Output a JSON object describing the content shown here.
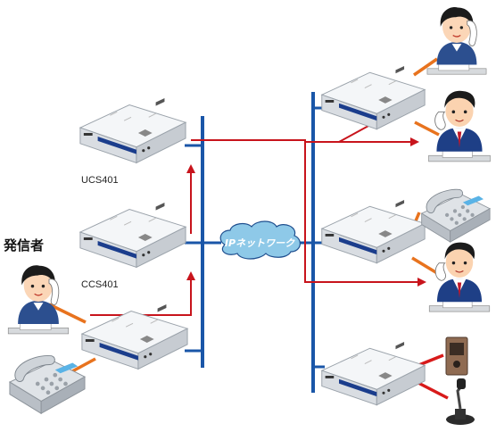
{
  "labels": {
    "server_top": "UCS401",
    "server_mid": "CCS401",
    "caller": "発信者",
    "network": "IPネットワーク"
  },
  "colors": {
    "network_line": "#1a56a8",
    "signal_arrow": "#c8141c",
    "phone_cable": "#e8731e",
    "cloud_fill": "#8ec9e8",
    "cloud_stroke": "#1f4f8f",
    "device_body": "#eceff2",
    "device_stripe": "#1b3d8c"
  },
  "icons": {
    "router": "network-terminal-device",
    "desk_phone": "desk-telephone",
    "operator": "person-with-headset-phone",
    "intercom": "door-intercom-panel",
    "microphone": "desk-paging-microphone"
  }
}
